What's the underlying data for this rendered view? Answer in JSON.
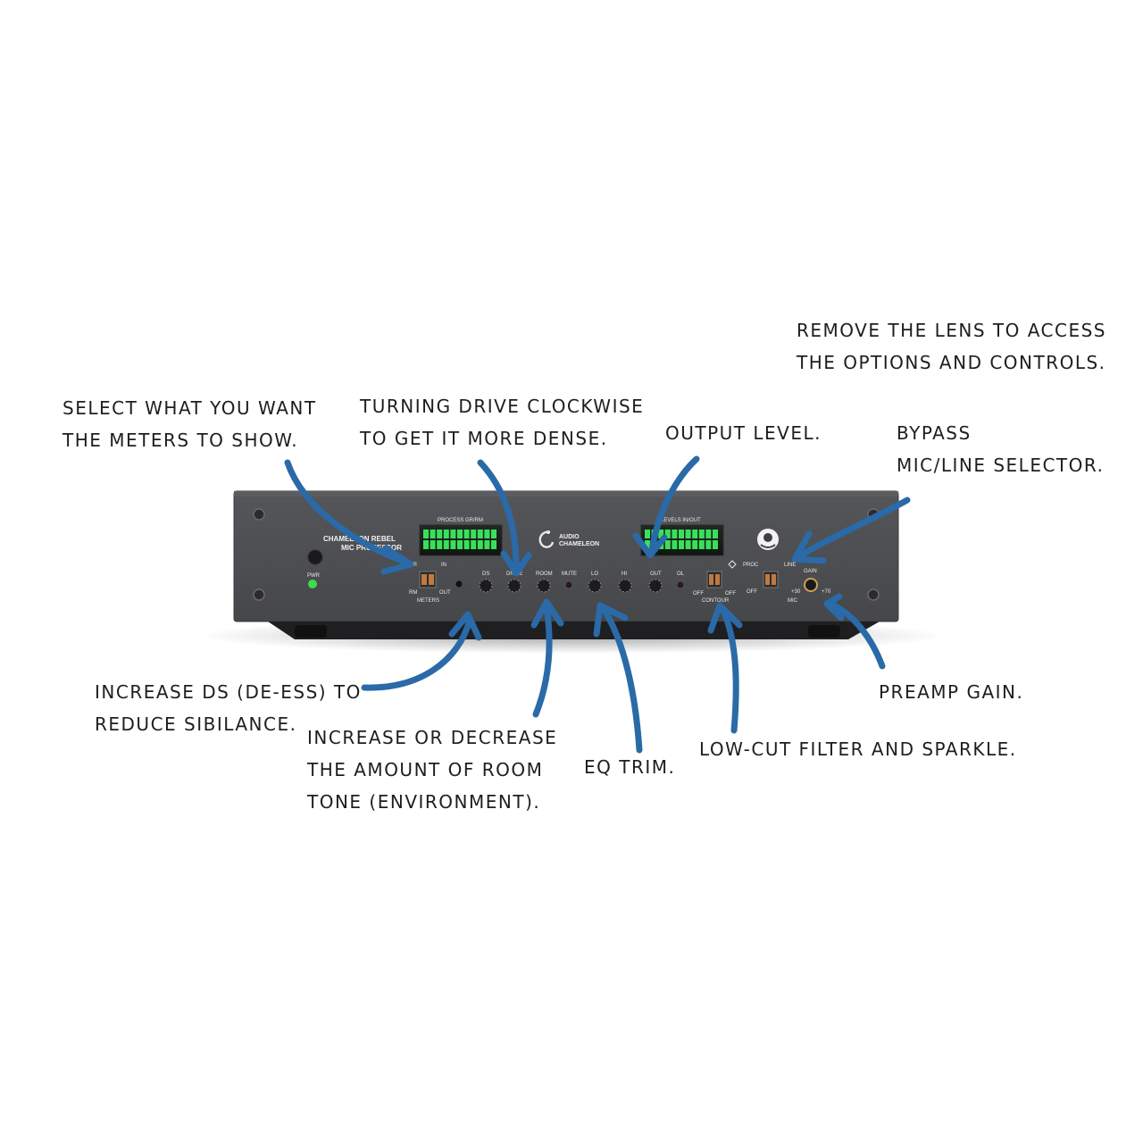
{
  "annotations": {
    "lens": [
      "REMOVE THE LENS TO ACCESS",
      "THE OPTIONS AND CONTROLS."
    ],
    "meters_select": [
      "SELECT WHAT YOU WANT",
      "THE METERS TO SHOW."
    ],
    "drive": [
      "TURNING DRIVE CLOCKWISE",
      "TO GET IT MORE DENSE."
    ],
    "output": [
      "OUTPUT LEVEL."
    ],
    "bypass": [
      "BYPASS",
      "MIC/LINE SELECTOR."
    ],
    "ds": [
      "INCREASE DS (DE-ESS) TO",
      "REDUCE SIBILANCE."
    ],
    "room": [
      "INCREASE OR DECREASE",
      "THE AMOUNT OF ROOM",
      "TONE (ENVIRONMENT)."
    ],
    "eq": [
      "EQ TRIM."
    ],
    "lowcut": [
      "LOW-CUT FILTER AND SPARKLE."
    ],
    "gain": [
      "PREAMP GAIN."
    ]
  },
  "panel": {
    "model_line1": "CHAMELEON REBEL",
    "model_line2": "MIC PROCESSOR",
    "pwr": "PWR",
    "meter_left_title": "PROCESS GR/RM",
    "meter_right_title": "LEVELS IN/OUT",
    "brand_line1": "AUDIO",
    "brand_line2": "CHAMELEON",
    "meters_gr": "GR",
    "meters_in": "IN",
    "meters_rm": "RM",
    "meters_out": "OUT",
    "meters_label": "METERS",
    "knob_ds": "DS",
    "knob_drive": "DRIVE",
    "knob_room": "ROOM",
    "mute": "MUTE",
    "knob_lo": "LO",
    "knob_hi": "HI",
    "knob_out": "OUT",
    "ol": "OL",
    "contour_off1": "OFF",
    "contour_off2": "OFF",
    "contour_label": "CONTOUR",
    "proc": "PROC",
    "line": "LINE",
    "off": "OFF",
    "mic": "MIC",
    "gain": "GAIN",
    "gain_min": "+30",
    "gain_max": "+70"
  },
  "colors": {
    "arrow": "#2a6aa8",
    "chassis": "#4a4b4e",
    "meter_green": "#39e05a",
    "pwr_led": "#3ddc4e"
  }
}
